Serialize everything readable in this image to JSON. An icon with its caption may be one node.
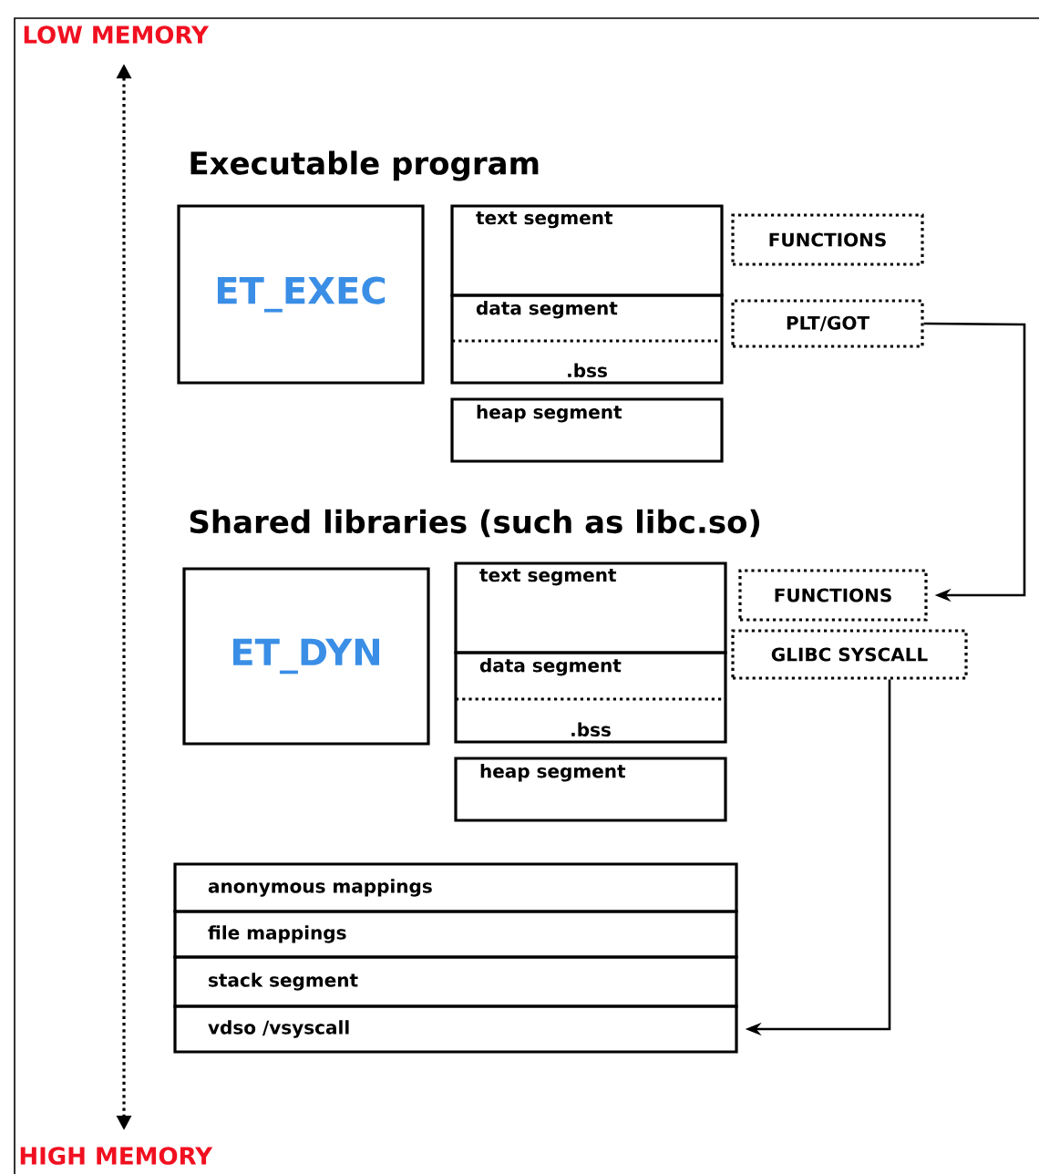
{
  "diagram": {
    "nodes": [
      {
        "text": [
          "ET_EXEC"
        ]
      },
      {
        "text": [
          "text segment"
        ]
      },
      {
        "text": [
          "data segment",
          ".bss"
        ]
      },
      {
        "text": [
          "heap segment"
        ]
      },
      {
        "text": [
          "FUNCTIONS"
        ]
      },
      {
        "text": [
          "PLT/GOT"
        ]
      },
      {
        "text": [
          "ET_DYN"
        ]
      },
      {
        "text": [
          "text segment"
        ]
      },
      {
        "text": [
          "data segment",
          ".bss"
        ]
      },
      {
        "text": [
          "heap segment"
        ]
      },
      {
        "text": [
          "FUNCTIONS"
        ]
      },
      {
        "text": [
          "GLIBC SYSCALL"
        ]
      },
      {
        "text": [
          "anonymous mappings"
        ]
      },
      {
        "text": [
          "file mappings"
        ]
      },
      {
        "text": [
          "stack segment"
        ]
      },
      {
        "text": [
          "vdso /vsyscall"
        ]
      }
    ],
    "edges": [
      {
        "from": 5,
        "to": 10,
        "arrow": "to"
      },
      {
        "from": 11,
        "to": 15,
        "arrow": "to"
      }
    ],
    "labels": [
      "LOW MEMORY",
      "Executable program",
      "Shared libraries (such as libc.so)",
      "HIGH MEMORY"
    ]
  }
}
